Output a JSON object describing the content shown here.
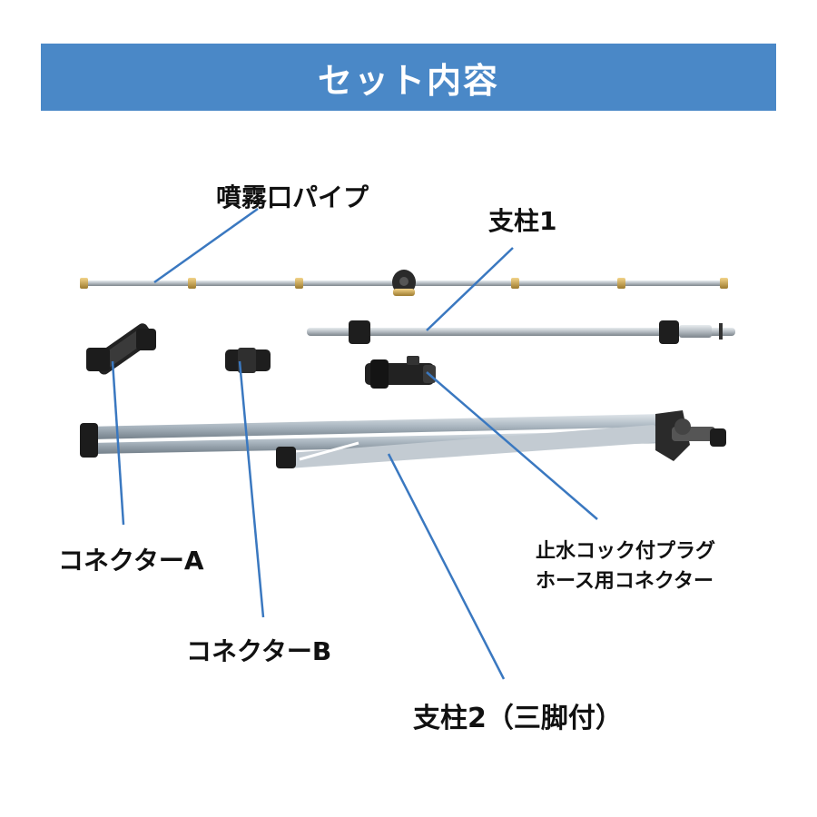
{
  "banner": {
    "title": "セット内容"
  },
  "labels": {
    "mist_pipe": "噴霧口パイプ",
    "pole1": "支柱1",
    "connector_a": "コネクターA",
    "connector_b": "コネクターB",
    "pole2": "支柱2（三脚付）",
    "stopcock_line1": "止水コック付プラグ",
    "stopcock_line2": "ホース用コネクター"
  },
  "colors": {
    "banner_bg": "#4a88c7",
    "leader_line": "#3a78c0"
  }
}
